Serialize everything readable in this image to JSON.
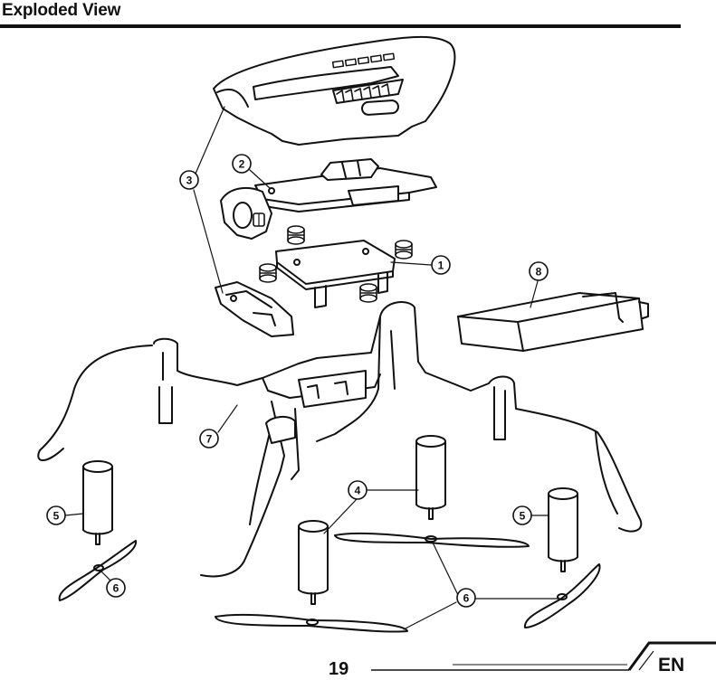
{
  "header": {
    "title": "Exploded View"
  },
  "callouts": [
    {
      "id": "c1",
      "label": "1"
    },
    {
      "id": "c2",
      "label": "2"
    },
    {
      "id": "c3",
      "label": "3"
    },
    {
      "id": "c4",
      "label": "4"
    },
    {
      "id": "c5a",
      "label": "5"
    },
    {
      "id": "c5b",
      "label": "5"
    },
    {
      "id": "c6a",
      "label": "6"
    },
    {
      "id": "c6b",
      "label": "6"
    },
    {
      "id": "c7",
      "label": "7"
    },
    {
      "id": "c8",
      "label": "8"
    }
  ],
  "footer": {
    "page_number": "19",
    "language": "EN"
  }
}
